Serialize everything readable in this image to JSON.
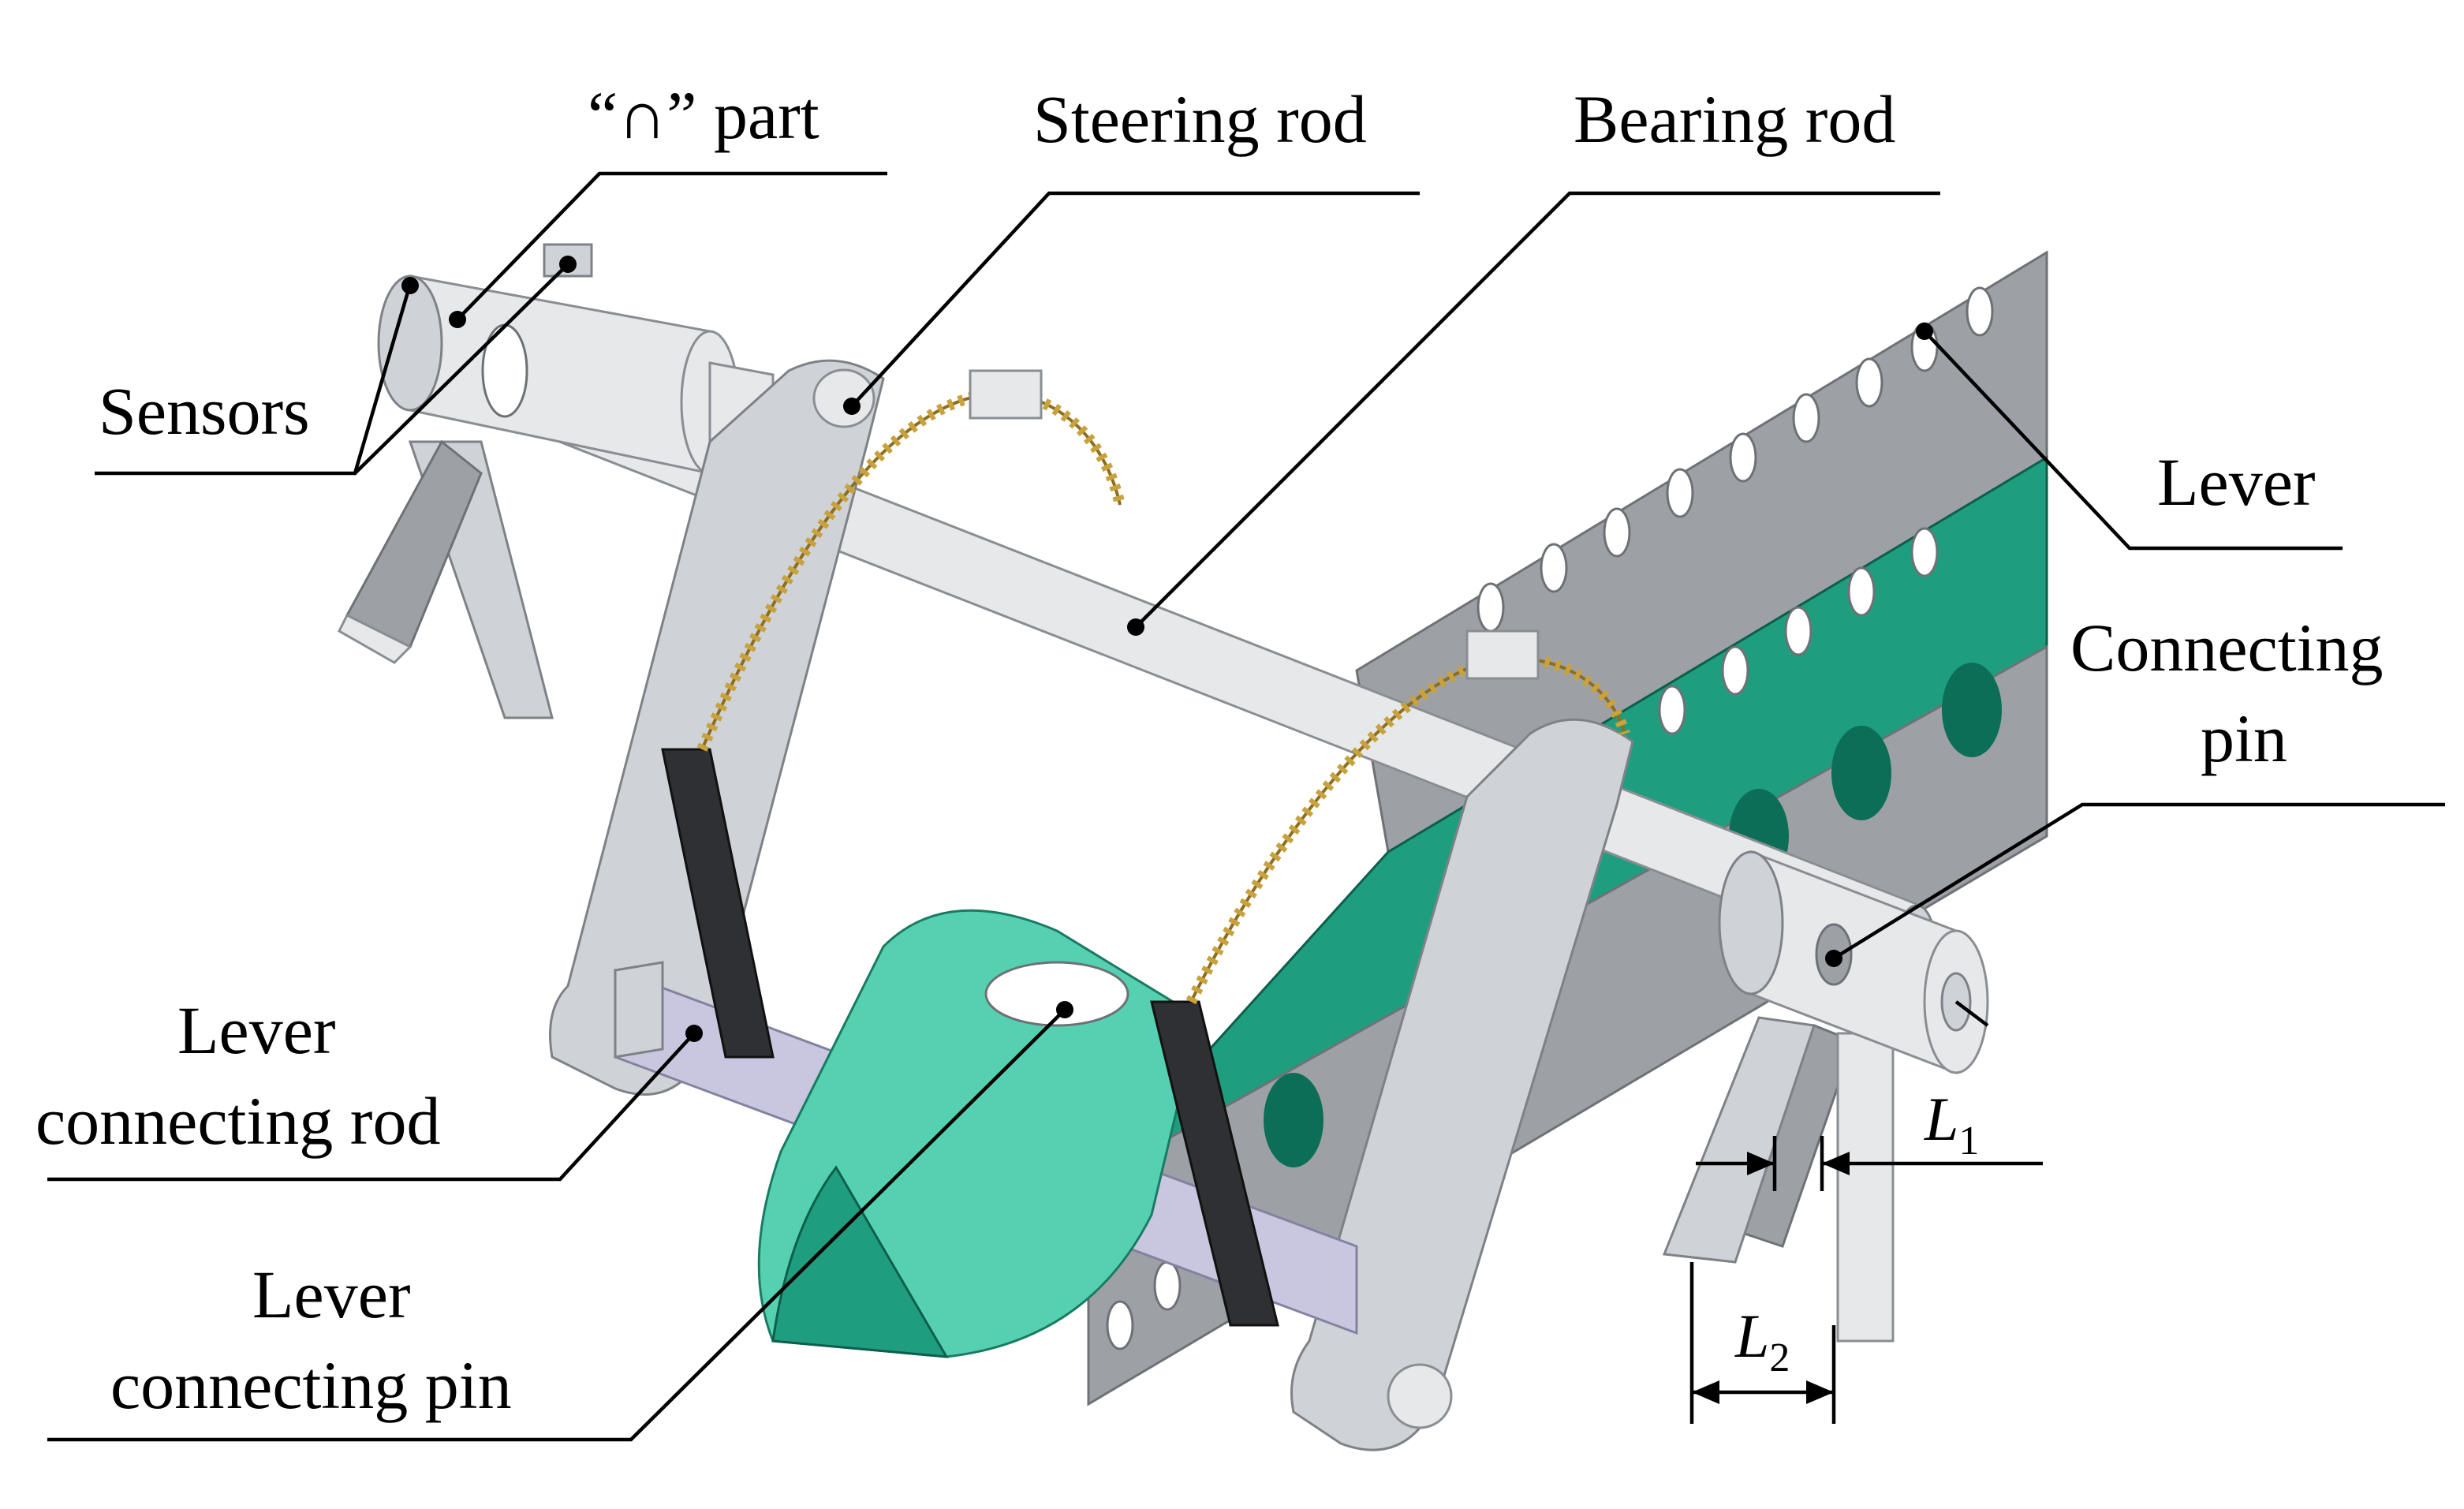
{
  "labels": {
    "sensors": "Sensors",
    "cap_part": "“∩” part",
    "steering_rod": "Steering rod",
    "bearing_rod": "Bearing rod",
    "lever": "Lever",
    "connecting_pin_line1": "Connecting",
    "connecting_pin_line2": "pin",
    "lever_connecting_rod_line1": "Lever",
    "lever_connecting_rod_line2": "connecting rod",
    "lever_connecting_pin_line1": "Lever",
    "lever_connecting_pin_line2": "connecting pin"
  },
  "dimensions": {
    "l1_symbol": "L",
    "l1_subscript": "1",
    "l2_symbol": "L",
    "l2_subscript": "2"
  },
  "colors": {
    "steel": "#cfd2d6",
    "lever_green": "#1f9e7f",
    "spring": "#c7a23e",
    "connecting_rod": "#c9c7e0"
  }
}
